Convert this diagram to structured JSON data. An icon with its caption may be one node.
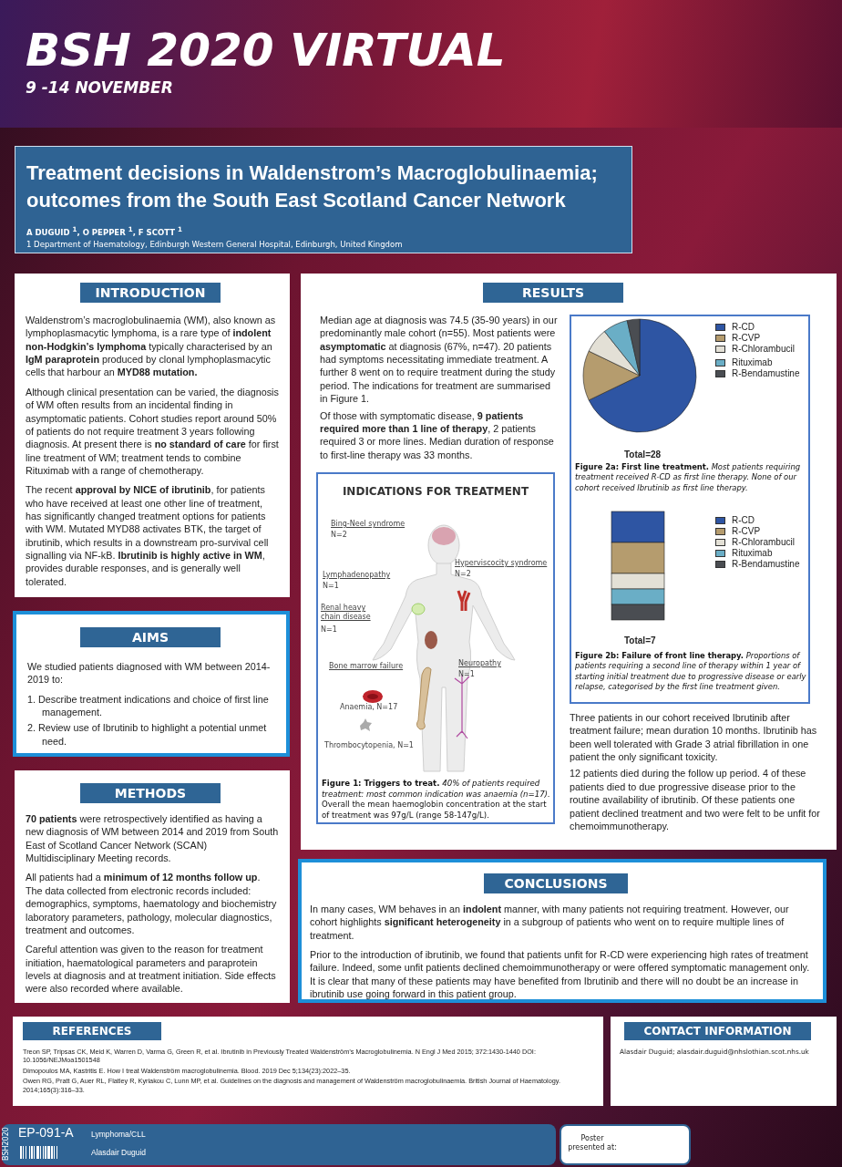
{
  "diagram": {
    "nodes": [
      {
        "text": [
          "BSH 2020 VIRTUAL",
          "9 -14 NOVEMBER"
        ]
      },
      {
        "text": [
          "Treatment decisions in Waldenstrom’s Macroglobulinaemia; outcomes from the South East Scotland Cancer Network",
          "A DUGUID $^{1}$, O PEPPER $^{1}$, F SCOTT $^{1}$",
          "1 Department of Haematology, Edinburgh Western General Hospital, Edinburgh, United Kingdom"
        ]
      },
      {
        "text": [
          "Waldenstrom’s macroglobulinaemia (WM), also known as lymphoplasmacytic lymphoma, is a rare type of **indolent non-Hodgkin’s lymphoma** typically characterised by an **IgM paraprotein** produced by clonal lymphoplasmacytic cells that harbour an **MYD88 mutation.**",
          "Although clinical presentation can be varied, the diagnosis of WM often results from an incidental finding in asymptomatic patients. Cohort studies report around 50% of patients do not require treatment 3 years following diagnosis. At present there is **no standard of care** for first line treatment of WM; treatment tends to combine Rituximab with a range of chemotherapy.",
          "The recent **approval by NICE of ibrutinib**, for patients who have received at least one other line of treatment, has significantly changed treatment options for patients with WM. Mutated MYD88 activates BTK, the target of ibrutinib, which results in a downstream pro-survival cell signalling via NF-kB. **Ibrutinib is highly active in WM**, provides durable responses, and is generally well tolerated."
        ]
      },
      {
        "text": [
          "INTRODUCTION"
        ],
        "in": 2
      },
      {
        "text": [
          "We studied patients diagnosed with WM between 2014-2019 to:",
          "1. Describe treatment indications and choice of first line management.",
          "2. Review use of Ibrutinib to highlight a potential unmet need."
        ]
      },
      {
        "text": [
          "AIMS"
        ],
        "in": 4
      },
      {
        "text": [
          "**70 patients** were retrospectively identified as having a new diagnosis of WM between 2014 and 2019 from South East of Scotland Cancer Network (SCAN) Multidisciplinary Meeting records.",
          "All patients had a **minimum of 12 months follow up**. The data collected from electronic records included: demographics, symptoms, haematology and biochemistry laboratory parameters, pathology, molecular diagnostics, treatment and outcomes.",
          "Careful attention was given to the reason for treatment initiation, haematological parameters and paraprotein levels at diagnosis and at treatment initiation. Side effects were also recorded where available."
        ]
      },
      {
        "text": [
          "METHODS"
        ],
        "in": 6
      },
      {
        "text": [
          "Median age at diagnosis was 74.5 (35-90 years) in our predominantly male cohort (n=55). Most patients were **asymptomatic** at diagnosis (67%, n=47). 20 patients had symptoms necessitating immediate treatment. A further 8 went on to require treatment during the study period. The indications for treatment are summarised in Figure 1.",
          "Of those with symptomatic disease, **9 patients required more than 1 line of therapy**, 2 patients required 3 or more lines. Median duration of response to first-line therapy was 33 months.",
          "Three patients in our cohort received Ibrutinib after treatment failure; mean duration 10 months. Ibrutinib has been well tolerated with Grade 3 atrial fibrillation in one patient the only significant toxicity.",
          "12 patients died during the follow up period. 4 of these patients died to due progressive disease prior to the routine availability of ibrutinib. Of these patients one patient declined treatment and two were felt to be unfit for chemoimmunotherapy."
        ]
      },
      {
        "text": [
          "RESULTS"
        ],
        "in": 8
      },
      {
        "text": [
          "INDICATIONS FOR TREATMENT",
          "**Figure 1: Triggers to treat.** *40% of patients required treatment: most common indication was anaemia (n=17).* Overall the mean haemoglobin concentration at the start of treatment was 97g/L (range 58-147g/L)."
        ],
        "in": 8
      },
      {
        "text": [
          "**Figure 2a: First line treatment.** *Most patients requiring treatment received R-CD as first line therapy. None of our cohort received Ibrutinib as first line therapy.*",
          "**Figure 2b: Failure of front line therapy.** *Proportions of patients requiring a second line of therapy within 1 year of starting initial treatment due to progressive disease or early relapse, categorised by the first line treatment given.*"
        ],
        "in": 8
      },
      {
        "text": [
          "In many cases, WM behaves in an **indolent** manner, with many patients not requiring treatment. However, our cohort highlights **significant heterogeneity** in a subgroup of patients who went on to require multiple lines of treatment.",
          "Prior to the introduction of ibrutinib, we found that patients unfit for R-CD were experiencing high rates of treatment failure. Indeed, some unfit patients declined chemoimmunotherapy or were offered symptomatic management only. It is clear that many of these patients may have benefited from Ibrutinib and there will no doubt be an increase in ibrutinib use going forward in this patient group."
        ]
      },
      {
        "text": [
          "CONCLUSIONS"
        ],
        "in": 12
      },
      {
        "text": [
          "Treon SP, Tripsas CK, Meid K, Warren D, Varma G, Green R, et al. Ibrutinib in Previously Treated Waldenström’s Macroglobulinemia. N Engl J Med 2015; 372:1430-1440 DOI: 10.1056/NEJMoa1501548",
          "Dimopoulos MA, Kastritis E. How I treat Waldenström macroglobulinemia. Blood. 2019 Dec 5;134(23):2022–35.",
          "Owen RG, Pratt G, Auer RL, Flatley R, Kyriakou C, Lunn MP, et al. Guidelines on the diagnosis and management of Waldenström macroglobulinaemia. British Journal of Haematology. 2014;165(3):316–33."
        ]
      },
      {
        "text": [
          "REFERENCES"
        ],
        "in": 14
      },
      {
        "text": [
          "Alasdair Duguid; alasdair.duguid@nhslothian.scot.nhs.uk"
        ]
      },
      {
        "text": [
          "CONTACT INFORMATION"
        ],
        "in": 16
      },
      {
        "text": [
          "EP-091-A",
          "BSH2020"
        ]
      },
      {
        "text": [
          "Lymphoma/CLL",
          "Alasdair Duguid"
        ]
      },
      {
        "text": [
          "Poster presented at:"
        ]
      }
    ],
    "labels": [
      "Bing-Neel syndrome",
      "N=2",
      "Hyperviscocity syndrome",
      "N=2",
      "Lymphadenopathy",
      "N=1",
      "Renal heavy chain disease",
      "N=1",
      "Bone marrow failure",
      "Neuropathy",
      "N=1",
      "Anaemia, N=17",
      "Thrombocytopenia, N=1",
      "Total=28",
      "Total=7"
    ],
    "legend": [
      {
        "text": "R-CD",
        "color": "#2e55a3"
      },
      {
        "text": "R-CVP",
        "color": "#b59c6e"
      },
      {
        "text": "R-Chlorambucil",
        "color": "#e3e0d6"
      },
      {
        "text": "Rituximab",
        "color": "#6aaec6"
      },
      {
        "text": "R-Bendamustine",
        "color": "#4a4d52"
      },
      {
        "text": "R-CD",
        "color": "#2e55a3"
      },
      {
        "text": "R-CVP",
        "color": "#b59c6e"
      },
      {
        "text": "R-Chlorambucil",
        "color": "#e3e0d6"
      },
      {
        "text": "Rituximab",
        "color": "#6aaec6"
      },
      {
        "text": "R-Bendamustine",
        "color": "#4a4d52"
      }
    ]
  }
}
